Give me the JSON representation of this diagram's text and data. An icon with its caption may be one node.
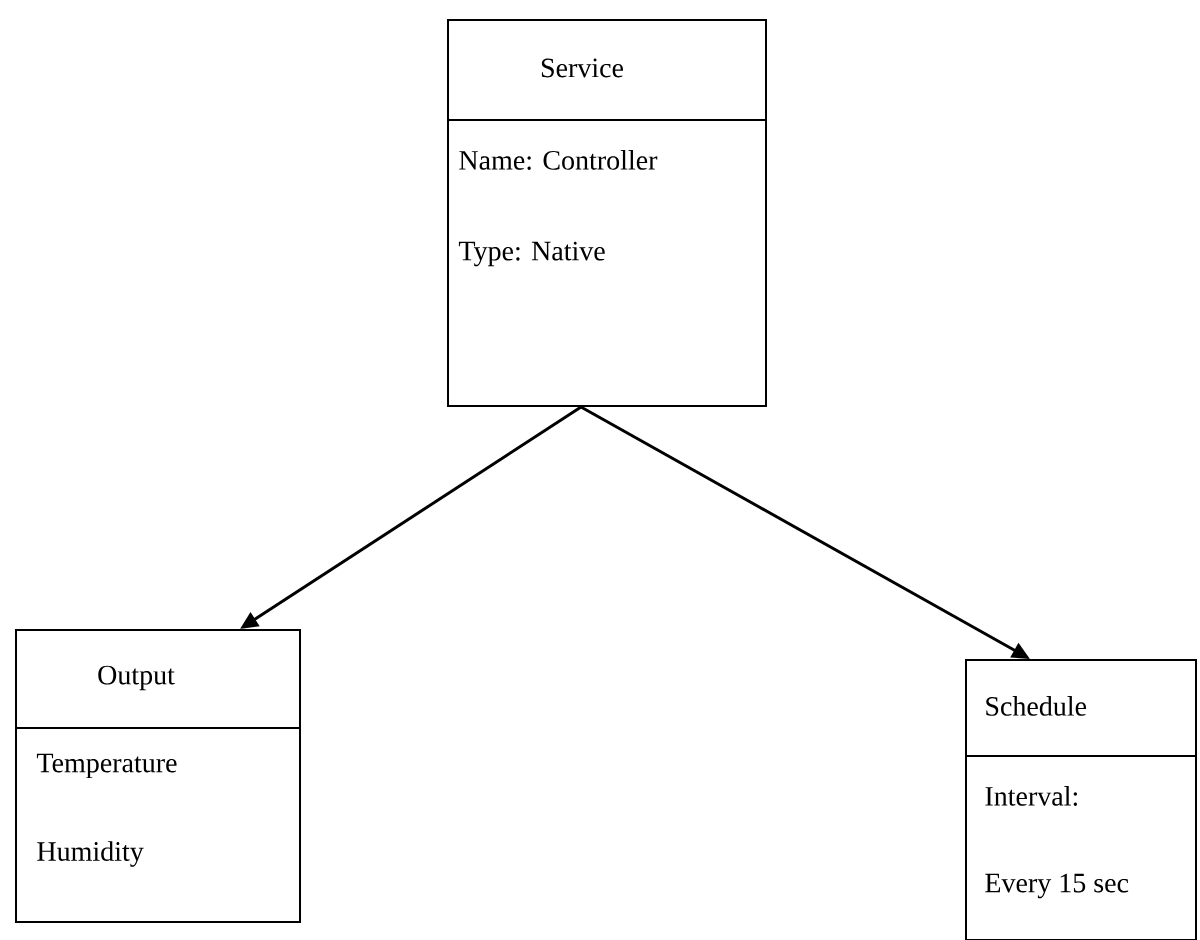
{
  "diagram": {
    "nodes": [
      {
        "text": [
          "Service",
          "Name: Controller",
          "Type: Native"
        ]
      },
      {
        "text": [
          "Output",
          "Temperature",
          "Humidity"
        ]
      },
      {
        "text": [
          "Schedule",
          "Interval:",
          "Every 15 sec"
        ]
      }
    ],
    "edges": [
      {
        "from": 0,
        "to": 1,
        "arrow": "to"
      },
      {
        "from": 0,
        "to": 2,
        "arrow": "to"
      }
    ]
  }
}
